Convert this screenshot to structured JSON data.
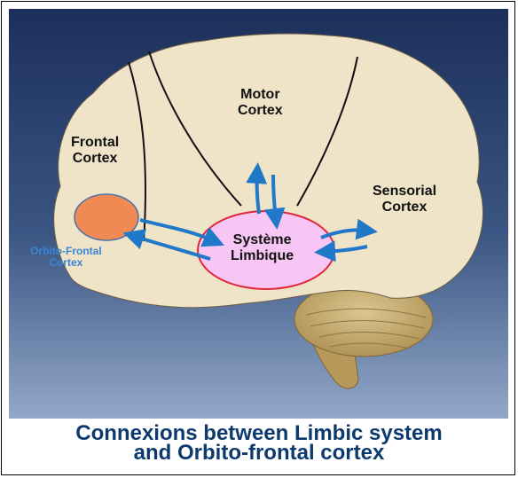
{
  "labels": {
    "motor_line1": "Motor",
    "motor_line2": "Cortex",
    "frontal_line1": "Frontal",
    "frontal_line2": "Cortex",
    "sensorial_line1": "Sensorial",
    "sensorial_line2": "Cortex",
    "orbito_line1": "Orbito-Frontal",
    "orbito_line2": "Cortex",
    "limbic_line1": "Système",
    "limbic_line2": "Limbique"
  },
  "caption": {
    "line1": "Connexions between Limbic system",
    "line2": "and Orbito-frontal cortex"
  },
  "colors": {
    "background_top": "#1c2f5a",
    "background_bottom": "#93a8c8",
    "brain": "#efe3c8",
    "cerebellum": "#c6ad72",
    "limbic_fill": "#f7c6f5",
    "limbic_stroke": "#e0283a",
    "orbito_fill": "#f08a55",
    "arrow": "#1f78c8",
    "caption": "#0d3a6e"
  }
}
